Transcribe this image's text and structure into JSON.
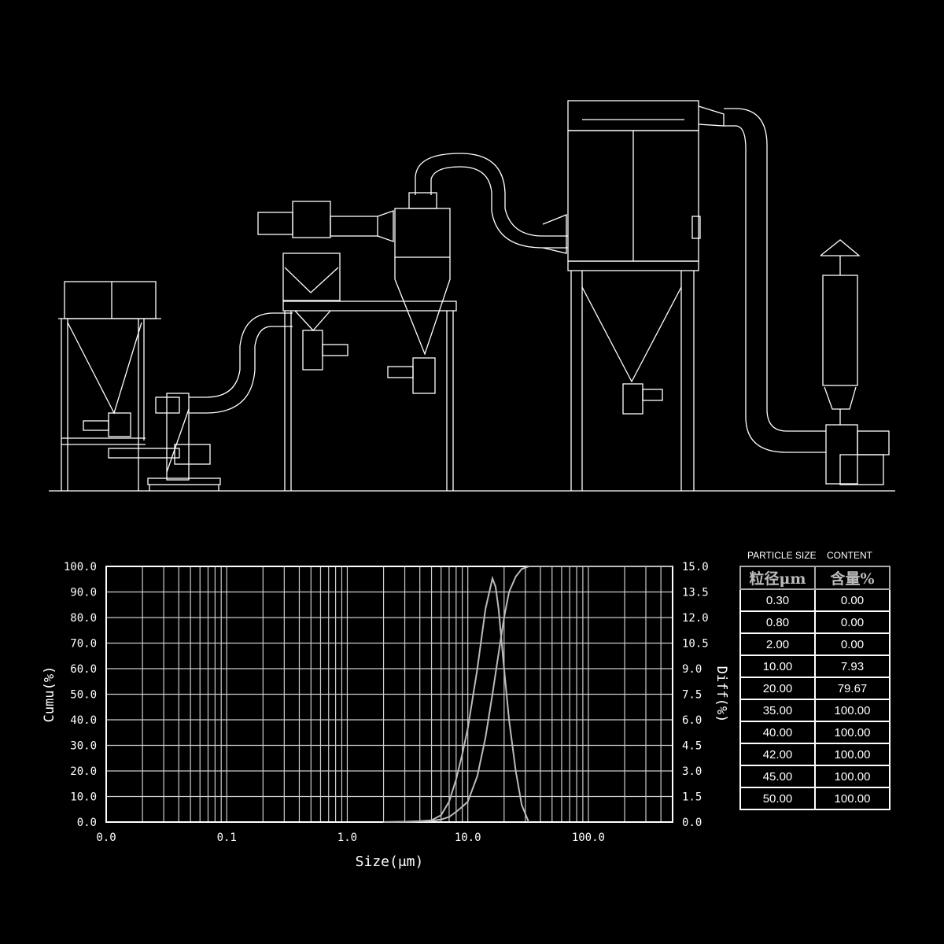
{
  "table": {
    "caption_size": "PARTICLE SIZE",
    "caption_content": "CONTENT",
    "header_size": "粒径μm",
    "header_content": "含量%",
    "rows": [
      {
        "size": "0.30",
        "content": "0.00"
      },
      {
        "size": "0.80",
        "content": "0.00"
      },
      {
        "size": "2.00",
        "content": "0.00"
      },
      {
        "size": "10.00",
        "content": "7.93"
      },
      {
        "size": "20.00",
        "content": "79.67"
      },
      {
        "size": "35.00",
        "content": "100.00"
      },
      {
        "size": "40.00",
        "content": "100.00"
      },
      {
        "size": "42.00",
        "content": "100.00"
      },
      {
        "size": "45.00",
        "content": "100.00"
      },
      {
        "size": "50.00",
        "content": "100.00"
      }
    ]
  },
  "chart_data": {
    "type": "line",
    "xlabel": "Size(μm)",
    "ylabel_left": "Cumu(%)",
    "ylabel_right": "Diff(%)",
    "xscale": "log",
    "xlim": [
      0.01,
      500
    ],
    "ylim_left": [
      0,
      100
    ],
    "ylim_right": [
      0,
      15
    ],
    "grid": true,
    "x_ticks": [
      {
        "v": 0.01,
        "label": "0.0"
      },
      {
        "v": 0.1,
        "label": "0.1"
      },
      {
        "v": 1,
        "label": "1.0"
      },
      {
        "v": 10,
        "label": "10.0"
      },
      {
        "v": 100,
        "label": "100.0"
      }
    ],
    "y_left_ticks": [
      "0.0",
      "10.0",
      "20.0",
      "30.0",
      "40.0",
      "50.0",
      "60.0",
      "70.0",
      "80.0",
      "90.0",
      "100.0"
    ],
    "y_right_ticks": [
      "0.0",
      "1.5",
      "3.0",
      "4.5",
      "6.0",
      "7.5",
      "9.0",
      "10.5",
      "12.0",
      "13.5",
      "15.0"
    ],
    "series": [
      {
        "name": "Cumu",
        "axis": "left",
        "x": [
          2,
          3,
          4,
          5,
          6,
          7,
          8,
          9,
          10,
          12,
          14,
          16,
          18,
          20,
          22,
          25,
          28,
          32,
          500
        ],
        "y": [
          0,
          0.1,
          0.3,
          0.5,
          1,
          2,
          4,
          6,
          8,
          18,
          33,
          50,
          66,
          80,
          90,
          96,
          99,
          100,
          100
        ]
      },
      {
        "name": "Diff",
        "axis": "right",
        "x": [
          2,
          3,
          4,
          5,
          6,
          7,
          8,
          9,
          10,
          12,
          14,
          16,
          17,
          18,
          20,
          22,
          25,
          28,
          32
        ],
        "y": [
          0,
          0.02,
          0.05,
          0.1,
          0.4,
          1.2,
          2.5,
          4,
          5.5,
          9,
          12.5,
          14.3,
          13.8,
          12.5,
          9,
          6,
          3,
          1,
          0
        ]
      }
    ]
  }
}
